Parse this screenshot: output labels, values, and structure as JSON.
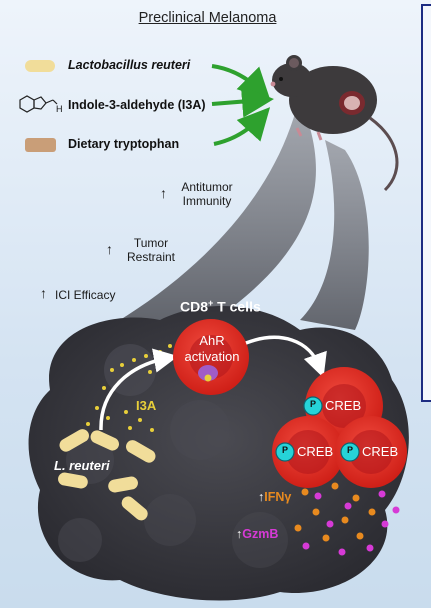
{
  "title": "Preclinical Melanoma",
  "inputs": [
    {
      "label": "Lactobacillus reuteri",
      "icon": "bacterium-icon"
    },
    {
      "label": "Indole-3-aldehyde (I3A)",
      "icon": "indole-structure-icon",
      "atom_label": "H"
    },
    {
      "label": "Dietary tryptophan",
      "icon": "food-pellet-icon"
    }
  ],
  "effects": [
    {
      "line1": "Antitumor",
      "line2": "Immunity"
    },
    {
      "line1": "Tumor",
      "line2": "Restraint"
    },
    {
      "line1": "ICI Efficacy",
      "line2": ""
    }
  ],
  "tumor": {
    "cell_title": "CD8",
    "cell_title_sup": "+",
    "cell_title_rest": " T cells",
    "ahr_line1": "AhR",
    "ahr_line2": "activation",
    "i3a": "I3A",
    "bacteria": "L. reuteri",
    "creb": "CREB",
    "phospho": "P",
    "ifng": "IFNγ",
    "gzmb": "GzmB",
    "up_arrow": "↑"
  },
  "colors": {
    "green_arrow": "#2ea12e",
    "tumor": "#3a3a3f",
    "tcell": "#e0261e",
    "ifng": "#e88a1f",
    "gzmb": "#d63ad6",
    "i3a": "#e8cf3a",
    "phospho": "#26d3d8",
    "panel_border": "#1d2c82"
  }
}
